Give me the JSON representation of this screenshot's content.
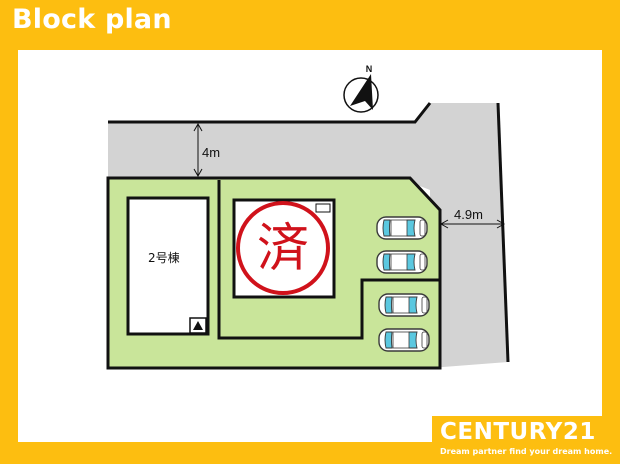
{
  "header": {
    "title": "Block plan"
  },
  "plan": {
    "road_width": "4m",
    "side_road_width": "4.9m",
    "building_label": "2号棟",
    "sold_stamp": "済",
    "north_label": "N",
    "parking_spaces": 4
  },
  "brand": {
    "name": "CENTURY21",
    "tagline": "Dream partner find your dream home."
  },
  "colors": {
    "background": "#fdbe10",
    "road": "#d3d3d3",
    "lot": "#c9e59a",
    "stamp": "#d0121b",
    "car": "#5bc8e0"
  }
}
